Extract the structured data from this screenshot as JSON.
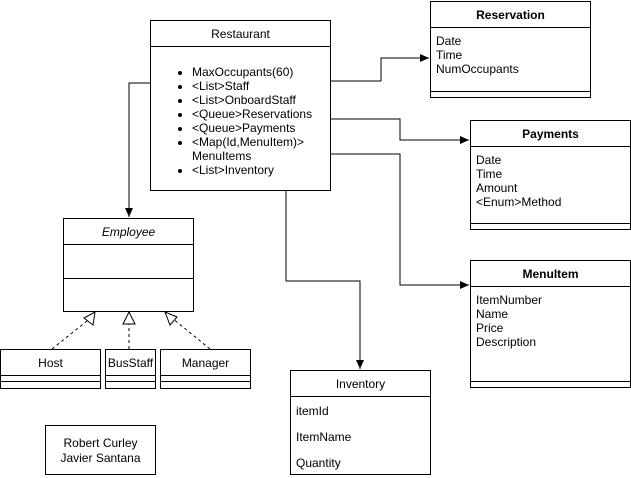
{
  "restaurant": {
    "title": "Restaurant",
    "attributes": [
      "MaxOccupants(60)",
      "<List>Staff",
      "<List>OnboardStaff",
      "<Queue>Reservations",
      "<Queue>Payments",
      "<Map(Id,MenuItem)>",
      "MenuItems",
      "<List>Inventory"
    ]
  },
  "reservation": {
    "title": "Reservation",
    "fields": [
      "Date",
      "Time",
      "NumOccupants"
    ]
  },
  "payments": {
    "title": "Payments",
    "fields": [
      "Date",
      "Time",
      "Amount",
      "<Enum>Method"
    ]
  },
  "menuitem": {
    "title": "MenuItem",
    "fields": [
      "ItemNumber",
      "Name",
      "Price",
      "Description"
    ]
  },
  "inventory": {
    "title": "Inventory",
    "fields": [
      "itemId",
      "ItemName",
      "Quantity"
    ]
  },
  "employee": {
    "title": "Employee"
  },
  "host": {
    "title": "Host"
  },
  "busstaff": {
    "title": "BusStaff"
  },
  "manager": {
    "title": "Manager"
  },
  "authors": {
    "line1": "Robert Curley",
    "line2": "Javier Santana"
  }
}
